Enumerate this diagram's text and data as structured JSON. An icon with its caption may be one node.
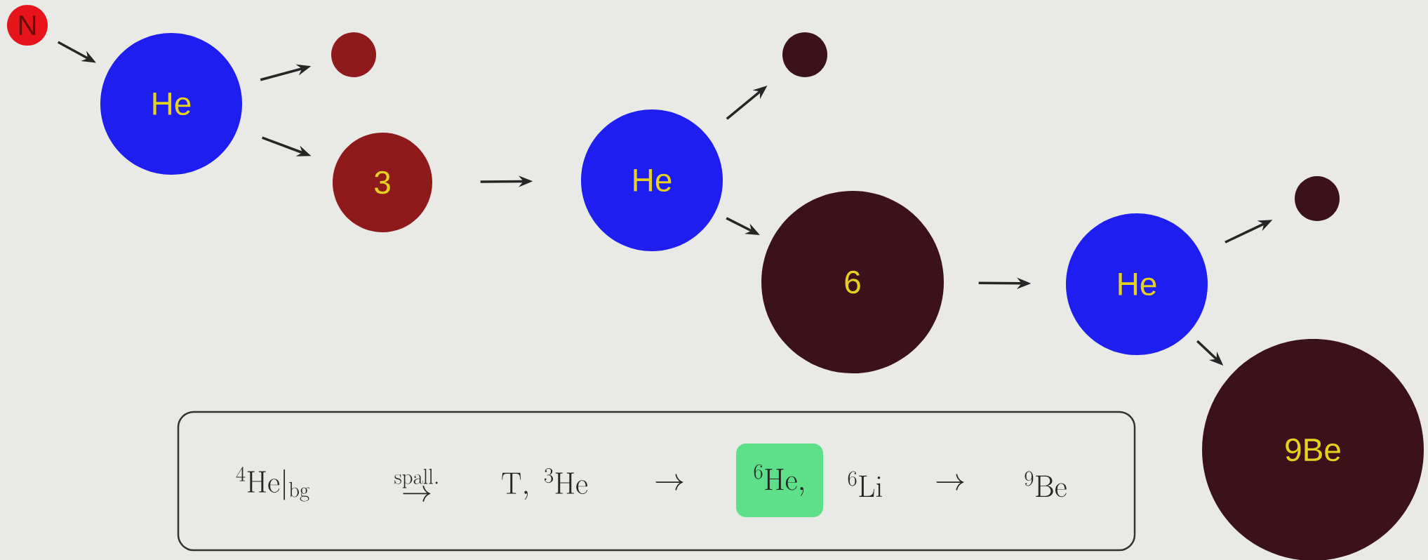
{
  "diagram": {
    "nodes": [
      {
        "text": [
          "N"
        ]
      },
      {
        "text": [
          "He"
        ]
      },
      {
        "text": [],
        "shape": "circle"
      },
      {
        "text": [
          "3"
        ]
      },
      {
        "text": [
          "He"
        ]
      },
      {
        "text": [],
        "shape": "circle"
      },
      {
        "text": [
          "6"
        ]
      },
      {
        "text": [
          "He"
        ]
      },
      {
        "text": [],
        "shape": "circle"
      },
      {
        "text": [
          "9Be"
        ]
      },
      {
        "text": [
          "^{4}\\mathrm{He}|_{\\mathrm{bg}}",
          "\\overset{\\mathrm{spall.}}{\\rightarrow}",
          "\\mathrm{T},\\ ^{3}\\mathrm{He}",
          "\\rightarrow",
          "^{6}\\mathrm{Li}",
          "\\rightarrow",
          "^{9}\\mathrm{Be}"
        ]
      },
      {
        "text": [
          "^{6}\\mathrm{He},"
        ],
        "in": 10
      }
    ],
    "edges": [
      {
        "from": 0,
        "to": 1,
        "arrow": "to"
      },
      {
        "from": 1,
        "to": 2,
        "arrow": "to"
      },
      {
        "from": 1,
        "to": 3,
        "arrow": "to"
      },
      {
        "from": 3,
        "to": 4,
        "arrow": "to"
      },
      {
        "from": 4,
        "to": 5,
        "arrow": "to"
      },
      {
        "from": 4,
        "to": 6,
        "arrow": "to"
      },
      {
        "from": 6,
        "to": 7,
        "arrow": "to"
      },
      {
        "from": 7,
        "to": 8,
        "arrow": "to"
      },
      {
        "from": 7,
        "to": 9,
        "arrow": "to"
      }
    ]
  }
}
